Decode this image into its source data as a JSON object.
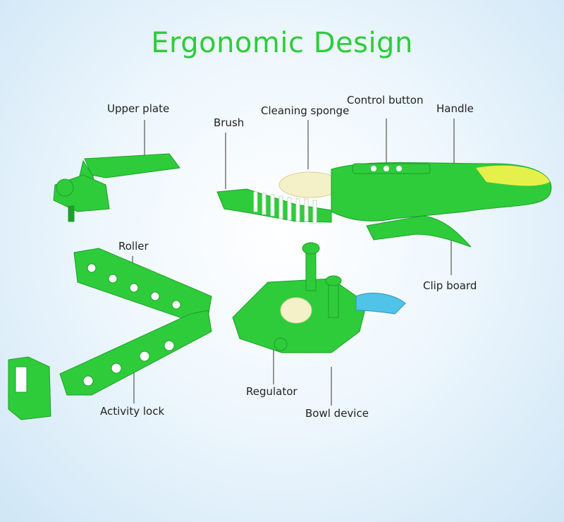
{
  "title": "Ergonomic Design",
  "colors": {
    "title": "#2ecc3a",
    "part": "#2ecc3a",
    "part_dark": "#1e9e2a",
    "handle_accent": "#e6f04a",
    "sponge": "#f4f0c8",
    "leader": "#555555"
  },
  "labels": {
    "upper_plate": "Upper plate",
    "brush": "Brush",
    "cleaning_sponge": "Cleaning sponge",
    "control_button": "Control button",
    "handle": "Handle",
    "roller": "Roller",
    "clip_board": "Clip board",
    "regulator": "Regulator",
    "bowl_device": "Bowl device",
    "activity_lock": "Activity lock"
  }
}
